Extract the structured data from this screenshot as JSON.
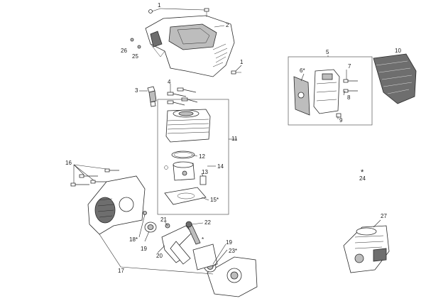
{
  "callouts": {
    "c1a": "1",
    "c2": "2",
    "c26": "26",
    "c25": "25",
    "c1b": "1",
    "c3": "3",
    "c4": "4",
    "c5": "5",
    "c10": "10",
    "c6": "6*",
    "c7": "7",
    "c8": "8",
    "c9": "9",
    "c11": "11",
    "c12": "12",
    "c13": "13",
    "c14": "14",
    "c15": "15*",
    "c16": "16",
    "c24": "24",
    "c27": "27",
    "c21": "21",
    "c22": "22",
    "c18": "18*",
    "c19a": "19",
    "c20": "20",
    "c19b": "19",
    "c23": "23*",
    "c17": "17"
  },
  "symbols": {
    "asterisk": "*"
  }
}
